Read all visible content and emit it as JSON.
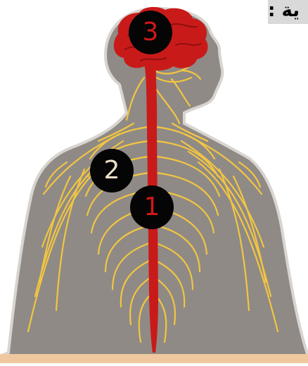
{
  "diagram": {
    "corner_text": "ية :",
    "markers": [
      {
        "id": "1",
        "label": "1",
        "color": "#d01818"
      },
      {
        "id": "2",
        "label": "2",
        "color": "#e8e0c8"
      },
      {
        "id": "3",
        "label": "3",
        "color": "#d01818"
      }
    ],
    "colors": {
      "body": "#8f8a85",
      "outline": "#d8d4cf",
      "nerves": "#f2c542",
      "brain_and_cord": "#c91a1a",
      "marker_fill": "#050505",
      "bottom_bar": "#f0c8a0"
    }
  }
}
